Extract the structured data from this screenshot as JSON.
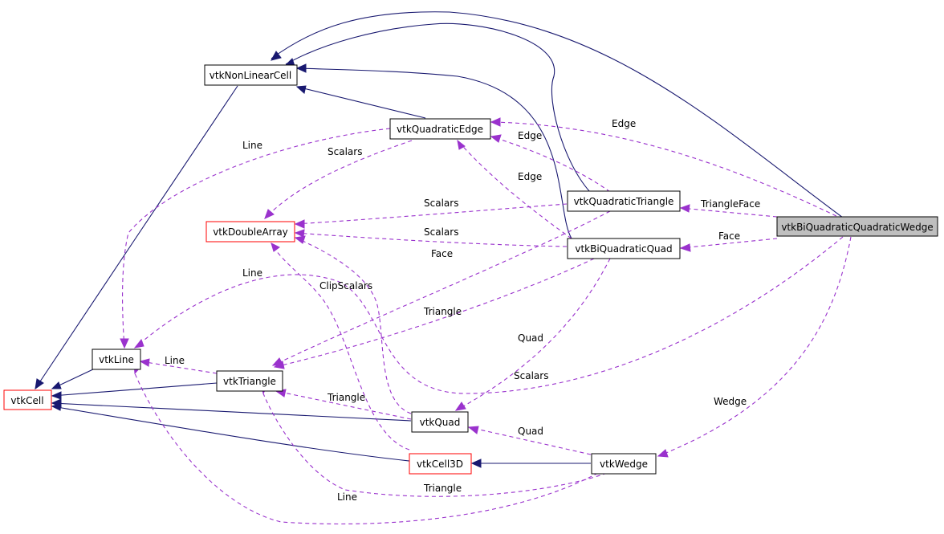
{
  "colors": {
    "inheritance_edge": "#191970",
    "usage_edge": "#9a32cd",
    "node_border_normal": "#000000",
    "node_border_external": "#ff0000",
    "node_fill_focus": "#bfbfbf",
    "node_fill_normal": "#ffffff"
  },
  "nodes": {
    "vtkBiQuadraticQuadraticWedge": "vtkBiQuadraticQuadraticWedge",
    "vtkNonLinearCell": "vtkNonLinearCell",
    "vtkCell": "vtkCell",
    "vtkQuadraticEdge": "vtkQuadraticEdge",
    "vtkLine": "vtkLine",
    "vtkDoubleArray": "vtkDoubleArray",
    "vtkQuadraticTriangle": "vtkQuadraticTriangle",
    "vtkTriangle": "vtkTriangle",
    "vtkBiQuadraticQuad": "vtkBiQuadraticQuad",
    "vtkQuad": "vtkQuad",
    "vtkWedge": "vtkWedge",
    "vtkCell3D": "vtkCell3D"
  },
  "edge_labels": {
    "edge_main": "Edge",
    "edge_qt": "Edge",
    "edge_bq": "Edge",
    "line_qe": "Line",
    "scalars_qe": "Scalars",
    "triangleface": "TriangleFace",
    "scalars_qt": "Scalars",
    "face_main": "Face",
    "scalars_bq": "Scalars",
    "face_qt": "Face",
    "line_main": "Line",
    "clipscalars": "ClipScalars",
    "triangle_qt": "Triangle",
    "quad_bq": "Quad",
    "line_tri": "Line",
    "scalars_main": "Scalars",
    "triangle_quad": "Triangle",
    "wedge": "Wedge",
    "quad_wedge": "Quad",
    "triangle_wedge": "Triangle",
    "line_wedge": "Line"
  }
}
